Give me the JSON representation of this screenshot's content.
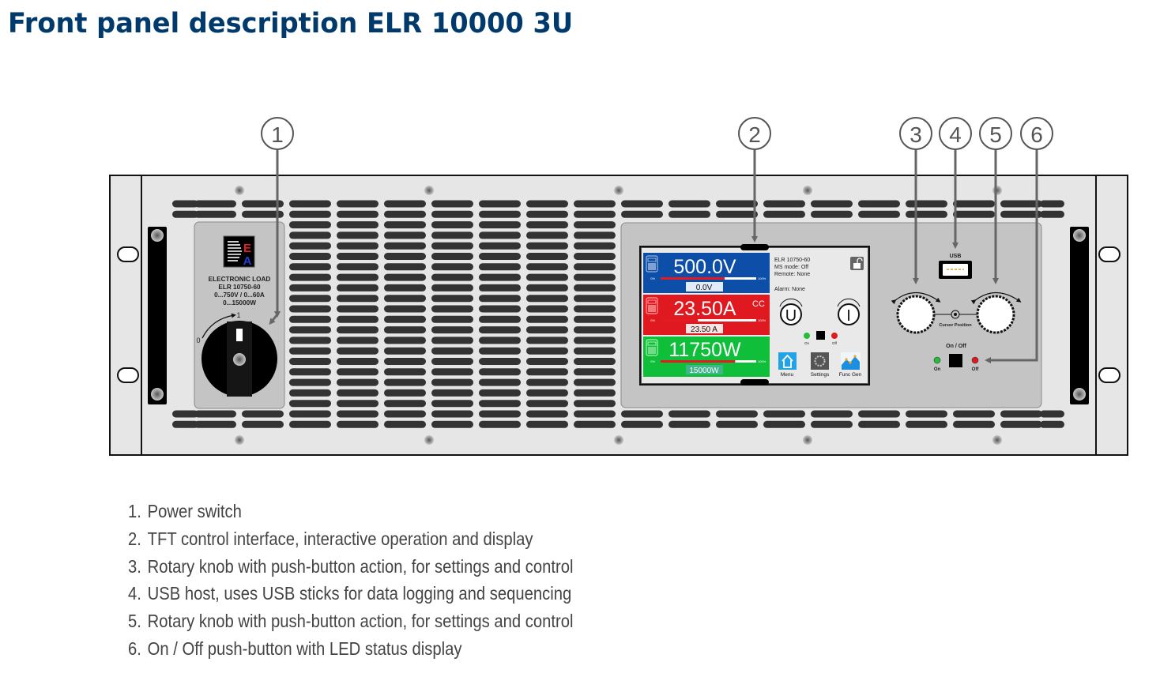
{
  "title": "Front panel description ELR 10000 3U",
  "callouts": [
    "1",
    "2",
    "3",
    "4",
    "5",
    "6"
  ],
  "device_label": {
    "line1": "ELECTRONIC LOAD",
    "line2": "ELR 10750-60",
    "line3": "0...750V / 0...60A",
    "line4": "0...15000W",
    "switch_off": "0",
    "switch_on": "1"
  },
  "colors": {
    "title": "#003a6c",
    "voltage_panel": "#0c4ea8",
    "current_panel": "#e0181f",
    "power_panel": "#0fbf3a",
    "led_on": "#22c03a",
    "led_off": "#e01a1a"
  },
  "tft": {
    "voltage": {
      "actual": "500.0V",
      "set": "0.0V",
      "fill_percent": 67,
      "min_label": "0%",
      "max_label": "100%"
    },
    "current": {
      "actual": "23.50A",
      "set": "23.50 A",
      "mode": "CC",
      "fill_percent": 39,
      "min_label": "0%",
      "max_label": "100%"
    },
    "power": {
      "actual": "11750W",
      "set": "15000W",
      "fill_percent": 78,
      "min_label": "0%",
      "max_label": "100%"
    },
    "info": {
      "model": "ELR 10750-60",
      "ms_mode": "MS mode: Off",
      "remote": "Remote: None",
      "alarm": "Alarm: None"
    },
    "knob_u": "U",
    "knob_i": "I",
    "led_on_label": "On",
    "led_off_label": "Off",
    "buttons": [
      {
        "label": "Menu",
        "icon": "home-icon"
      },
      {
        "label": "Settings",
        "icon": "gear-icon"
      },
      {
        "label": "Func Gen",
        "icon": "chart-icon"
      }
    ]
  },
  "controls": {
    "usb_label": "USB",
    "cursor_label": "Cursor Position",
    "onoff_title": "On / Off",
    "on_label": "On",
    "off_label": "Off"
  },
  "legend": [
    {
      "num": "1.",
      "text": "Power switch"
    },
    {
      "num": "2.",
      "text": "TFT control interface, interactive operation and display"
    },
    {
      "num": "3.",
      "text": "Rotary knob with push-button action, for settings and control"
    },
    {
      "num": "4.",
      "text": "USB host, uses USB sticks for data logging and sequencing"
    },
    {
      "num": "5.",
      "text": "Rotary knob with push-button action, for settings and control"
    },
    {
      "num": "6.",
      "text": "On / Off push-button with LED status display"
    }
  ]
}
